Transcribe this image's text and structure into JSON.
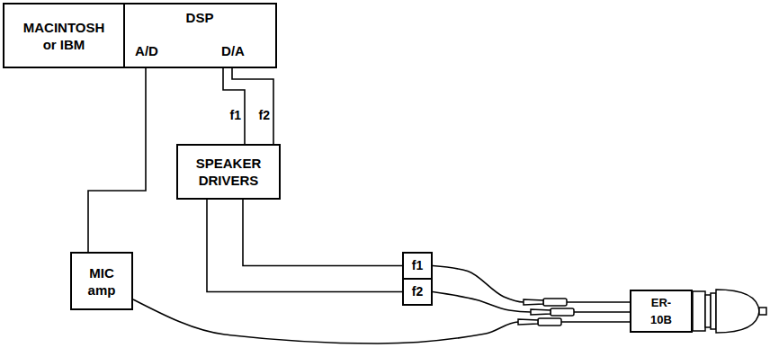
{
  "diagram": {
    "nodes": [
      {
        "text": [
          "MACINTOSH or IBM"
        ]
      },
      {
        "text": [
          "DSP",
          "A/D",
          "D/A"
        ]
      },
      {
        "text": [
          "SPEAKER DRIVERS"
        ]
      },
      {
        "text": [
          "MIC amp"
        ]
      },
      {
        "text": [
          "f1"
        ]
      },
      {
        "text": [
          "f2"
        ]
      },
      {
        "text": [
          "ER-10B"
        ]
      }
    ],
    "edges": [
      {
        "from": 1,
        "to": 2,
        "arrow": "none",
        "label": "f1"
      },
      {
        "from": 1,
        "to": 2,
        "arrow": "none",
        "label": "f2"
      },
      {
        "from": 1,
        "to": 3,
        "arrow": "none"
      },
      {
        "from": 2,
        "to": 4,
        "arrow": "none"
      },
      {
        "from": 2,
        "to": 5,
        "arrow": "none"
      },
      {
        "from": 3,
        "to": 6,
        "arrow": "none"
      },
      {
        "from": 4,
        "to": 6,
        "arrow": "none"
      },
      {
        "from": 5,
        "to": 6,
        "arrow": "none"
      }
    ]
  }
}
